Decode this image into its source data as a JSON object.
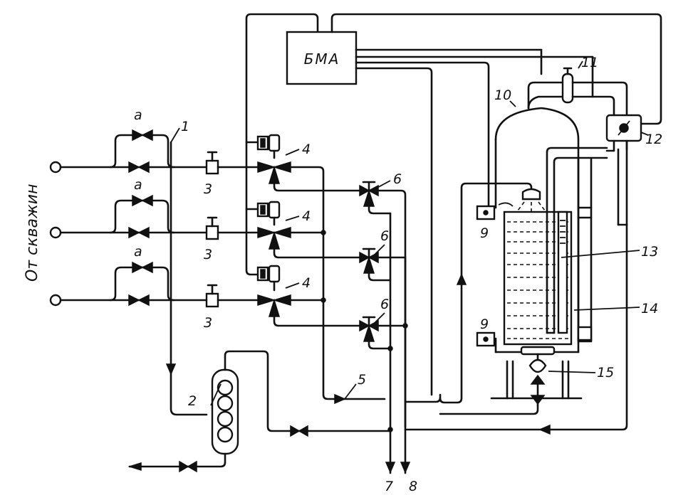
{
  "labels": {
    "side": "От скважин",
    "bma": "БМА",
    "a1": "а",
    "a2": "а",
    "a3": "а",
    "n1": "1",
    "n2": "2",
    "n3a": "3",
    "n3b": "3",
    "n3c": "3",
    "n4a": "4",
    "n4b": "4",
    "n4c": "4",
    "n5": "5",
    "n6a": "6",
    "n6b": "6",
    "n6c": "6",
    "n7": "7",
    "n8": "8",
    "n9a": "9",
    "n9b": "9",
    "n10": "10",
    "n11": "11",
    "n12": "12",
    "n13": "13",
    "n14": "14",
    "n15": "15"
  }
}
